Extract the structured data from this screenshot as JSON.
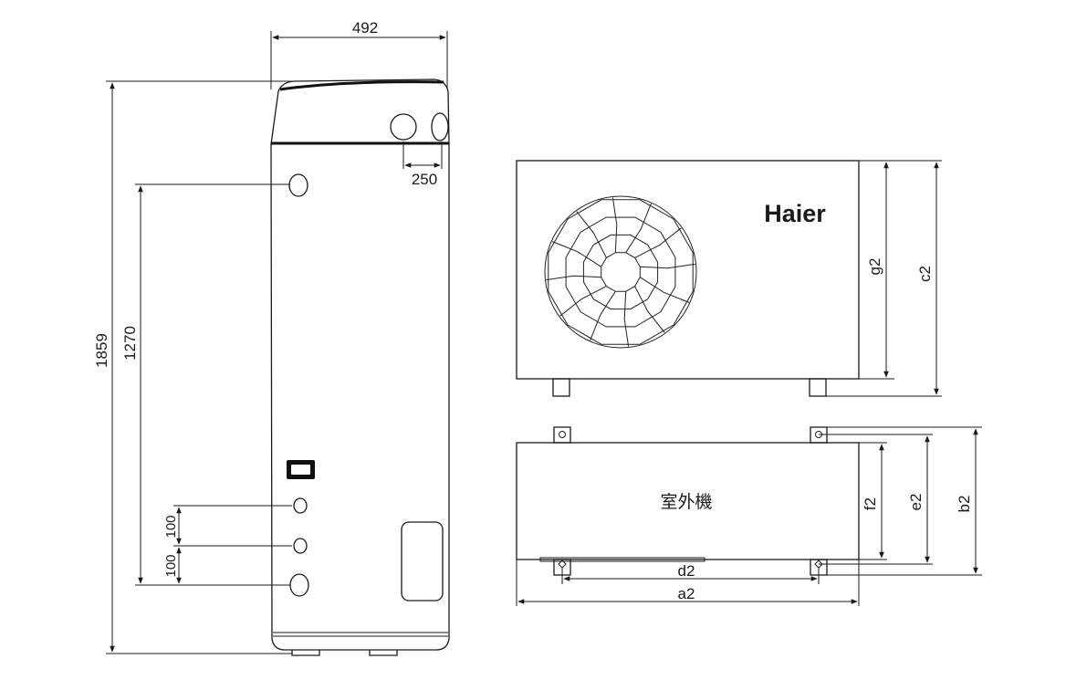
{
  "tank_view": {
    "width_label": "492",
    "height_label": "1859",
    "inlet_height_label": "1270",
    "pipe_offset_label": "250",
    "spacing_upper_label": "100",
    "spacing_lower_label": "100"
  },
  "outdoor_unit_front": {
    "brand": "Haier",
    "dim_g2": "g2",
    "dim_c2": "c2"
  },
  "outdoor_unit_top": {
    "unit_name": "室外機",
    "dim_f2": "f2",
    "dim_e2": "e2",
    "dim_b2": "b2",
    "dim_d2": "d2",
    "dim_a2": "a2"
  }
}
